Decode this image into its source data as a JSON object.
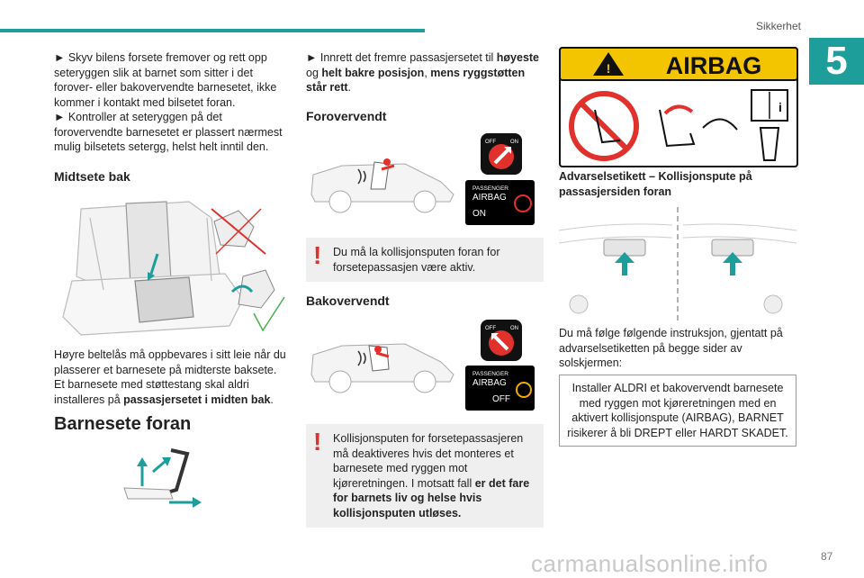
{
  "header": {
    "section": "Sikkerhet",
    "chapter": "5",
    "page": "87"
  },
  "watermark": "carmanualsonline.info",
  "col1": {
    "p1_line1": "► Skyv bilens forsete fremover og rett opp seteryggen slik at barnet som sitter i det forover- eller bakovervendte barnesetet, ikke kommer i kontakt med bilsetet foran.",
    "p1_line2": "► Kontroller at seteryggen på det forovervendte barnesetet er plassert nærmest mulig bilsetets setergg, helst helt inntil den.",
    "h_midt": "Midtsete bak",
    "p2_a": "Høyre beltelås må oppbevares i sitt leie når du plasserer et barnesete på midterste baksete.",
    "p2_b": "Et barnesete med støttestang skal aldri installeres på ",
    "p2_b_bold": "passasjersetet i midten bak",
    "p2_b_end": ".",
    "h_barnesete": "Barnesete foran"
  },
  "col2": {
    "p_pre": "► Innrett det fremre passasjersetet til ",
    "p_b1": "høyeste",
    "p_mid1": " og ",
    "p_b2": "helt bakre posisjon",
    "p_mid2": ", ",
    "p_b3": "mens ryggstøtten står rett",
    "p_end": ".",
    "h_forover": "Forovervendt",
    "warn1": "Du må la kollisjonsputen foran for forsetepassasjen være aktiv.",
    "h_bakover": "Bakovervendt",
    "warn2_a": "Kollisjonsputen for forsetepassasjeren må deaktiveres hvis det monteres et barnesete med ryggen mot kjøreretningen. I motsatt fall ",
    "warn2_b": "er det fare for barnets liv og helse hvis kollisjonsputen utløses.",
    "ind_passenger": "PASSENGER",
    "ind_airbag": "AIRBAG",
    "ind_on": "ON",
    "ind_off": "OFF",
    "switch_off": "OFF",
    "switch_on": "ON"
  },
  "col3": {
    "label_word": "AIRBAG",
    "caption": "Advarselsetikett – Kollisjonspute på passasjersiden foran",
    "p": "Du må følge følgende instruksjon, gjentatt på advarselsetiketten på begge sider av solskjermen:",
    "instruction": "Installer ALDRI et bakovervendt barnesete med ryggen mot kjøreretningen med en aktivert kollisjonspute (AIRBAG), BARNET risikerer å bli DREPT eller HARDT SKADET."
  },
  "colors": {
    "accent": "#1e9e9b",
    "warning": "#e0312d",
    "label_yellow": "#f2c500"
  }
}
